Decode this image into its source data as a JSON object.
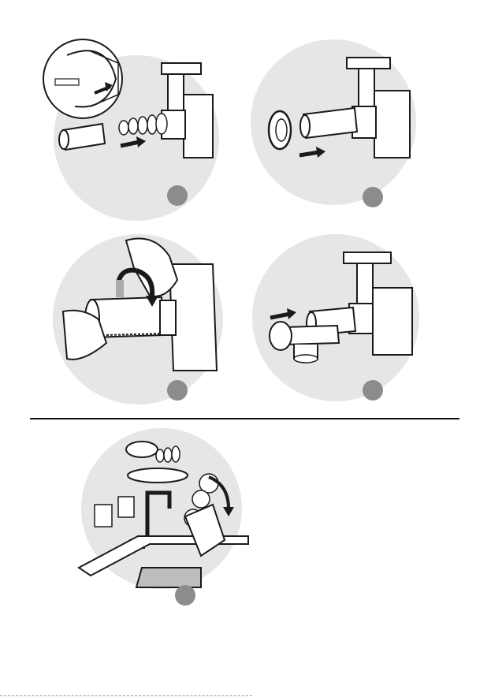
{
  "diagram": {
    "colors": {
      "circle_fill": "#e6e6e6",
      "step_badge": "#8c8c8c",
      "outline": "#1a1a1a",
      "part_fill": "#ffffff",
      "arrow": "#1a1a1a",
      "tray": "#bdbdbd"
    },
    "steps": [
      {
        "depicts": "insert-auger-into-housing"
      },
      {
        "depicts": "attach-ring-nut-to-juicer-tube"
      },
      {
        "depicts": "rotate-tube-to-lock"
      },
      {
        "depicts": "attach-juice-spout-to-outlet"
      },
      {
        "depicts": "wash-parts-under-tap"
      }
    ],
    "icons": [
      "push-arrow-icon",
      "rotate-arrow-icon",
      "faucet-icon",
      "sink-icon"
    ]
  }
}
